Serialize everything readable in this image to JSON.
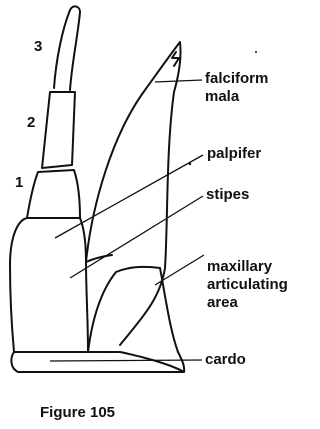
{
  "segments": [
    "3",
    "2",
    "1"
  ],
  "labels": {
    "falciform_mala": [
      "falciform",
      "mala"
    ],
    "palpifer": "palpifer",
    "stipes": "stipes",
    "maxillary_articulating_area": [
      "maxillary",
      "articulating",
      "area"
    ],
    "cardo": "cardo"
  },
  "caption": "Figure 105"
}
